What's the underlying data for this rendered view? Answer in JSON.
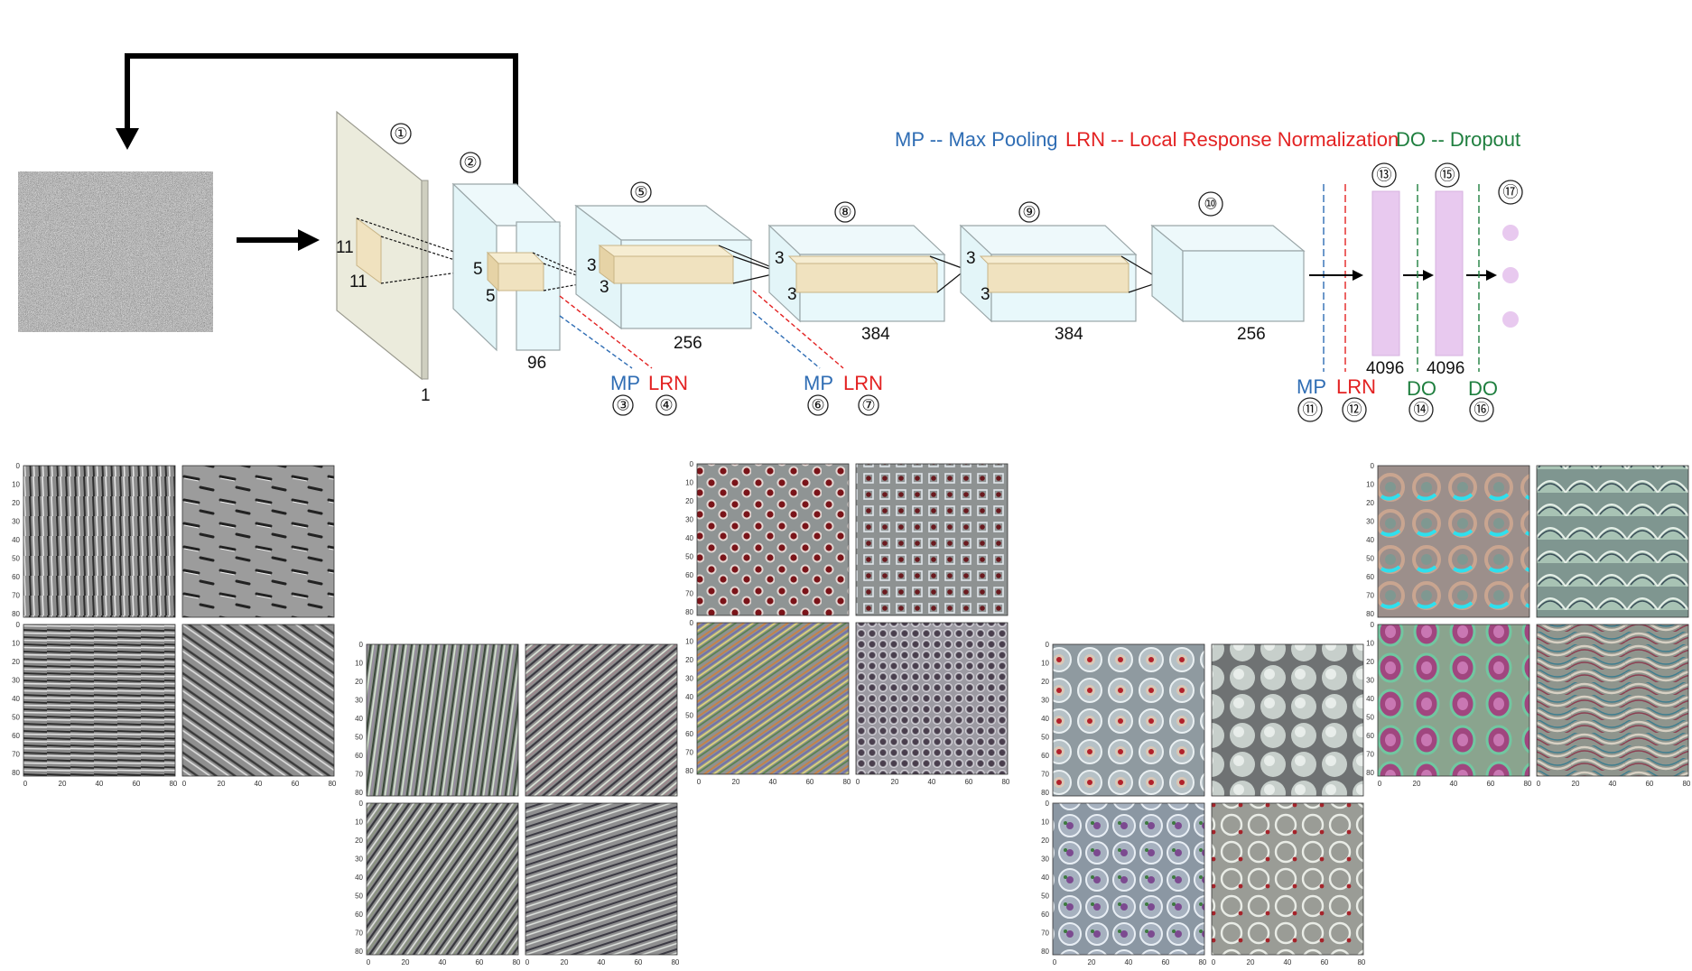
{
  "legend": {
    "mp": "MP -- Max Pooling",
    "lrn": "LRN -- Local Response Normalization",
    "do": "DO -- Dropout"
  },
  "colors": {
    "mp": "#2f6db4",
    "lrn": "#e32222",
    "do": "#1f7f3f",
    "cube_face": "#e8f8fb",
    "kernel": "#f0e2bf",
    "input_plane": "#ebebdc",
    "fc": "#e8c9ef"
  },
  "input": {
    "depth": "1",
    "kernel_h": "11",
    "kernel_w": "11",
    "step": "①"
  },
  "conv1": {
    "depth": "96",
    "kernel_h": "5",
    "kernel_w": "5",
    "step": "②"
  },
  "conv2": {
    "depth": "256",
    "kernel_h": "3",
    "kernel_w": "3",
    "step": "⑤"
  },
  "conv3": {
    "depth": "384",
    "kernel_h": "3",
    "kernel_w": "3",
    "step": "⑧"
  },
  "conv4": {
    "depth": "384",
    "kernel_h": "3",
    "kernel_w": "3",
    "step": "⑨"
  },
  "conv5": {
    "depth": "256",
    "step": "⑩"
  },
  "pool1": {
    "mp": "MP",
    "lrn": "LRN",
    "mp_step": "③",
    "lrn_step": "④"
  },
  "pool2": {
    "mp": "MP",
    "lrn": "LRN",
    "mp_step": "⑥",
    "lrn_step": "⑦"
  },
  "pool3": {
    "mp": "MP",
    "lrn": "LRN",
    "mp_step": "⑪",
    "lrn_step": "⑫"
  },
  "fc1": {
    "size": "4096",
    "step": "⑬"
  },
  "fc2": {
    "size": "4096",
    "step": "⑮"
  },
  "drop1": {
    "label": "DO",
    "step": "⑭"
  },
  "drop2": {
    "label": "DO",
    "step": "⑯"
  },
  "output": {
    "step": "⑰"
  },
  "panels": {
    "tick_labels": [
      "0",
      "10",
      "20",
      "30",
      "40",
      "50",
      "60",
      "70",
      "80"
    ],
    "tick_labels_x": [
      "0",
      "20",
      "40",
      "60",
      "80"
    ],
    "groups": [
      {
        "name": "layer-1",
        "patterns": [
          "vstreak",
          "hdash",
          "hstreak",
          "diag-gray"
        ]
      },
      {
        "name": "layer-2",
        "patterns": [
          "vstripe-color",
          "diag-color",
          "diag-color2",
          "diag-color3"
        ]
      },
      {
        "name": "layer-3",
        "patterns": [
          "red-dots",
          "red-dots-ring",
          "rainbow-diag",
          "dot-mesh"
        ]
      },
      {
        "name": "layer-4",
        "patterns": [
          "eye-cells",
          "spheres",
          "eye-cells2",
          "bubbles"
        ]
      },
      {
        "name": "layer-5",
        "patterns": [
          "swirls-cyan",
          "scales",
          "magenta-blobs",
          "waves-color"
        ]
      }
    ]
  }
}
